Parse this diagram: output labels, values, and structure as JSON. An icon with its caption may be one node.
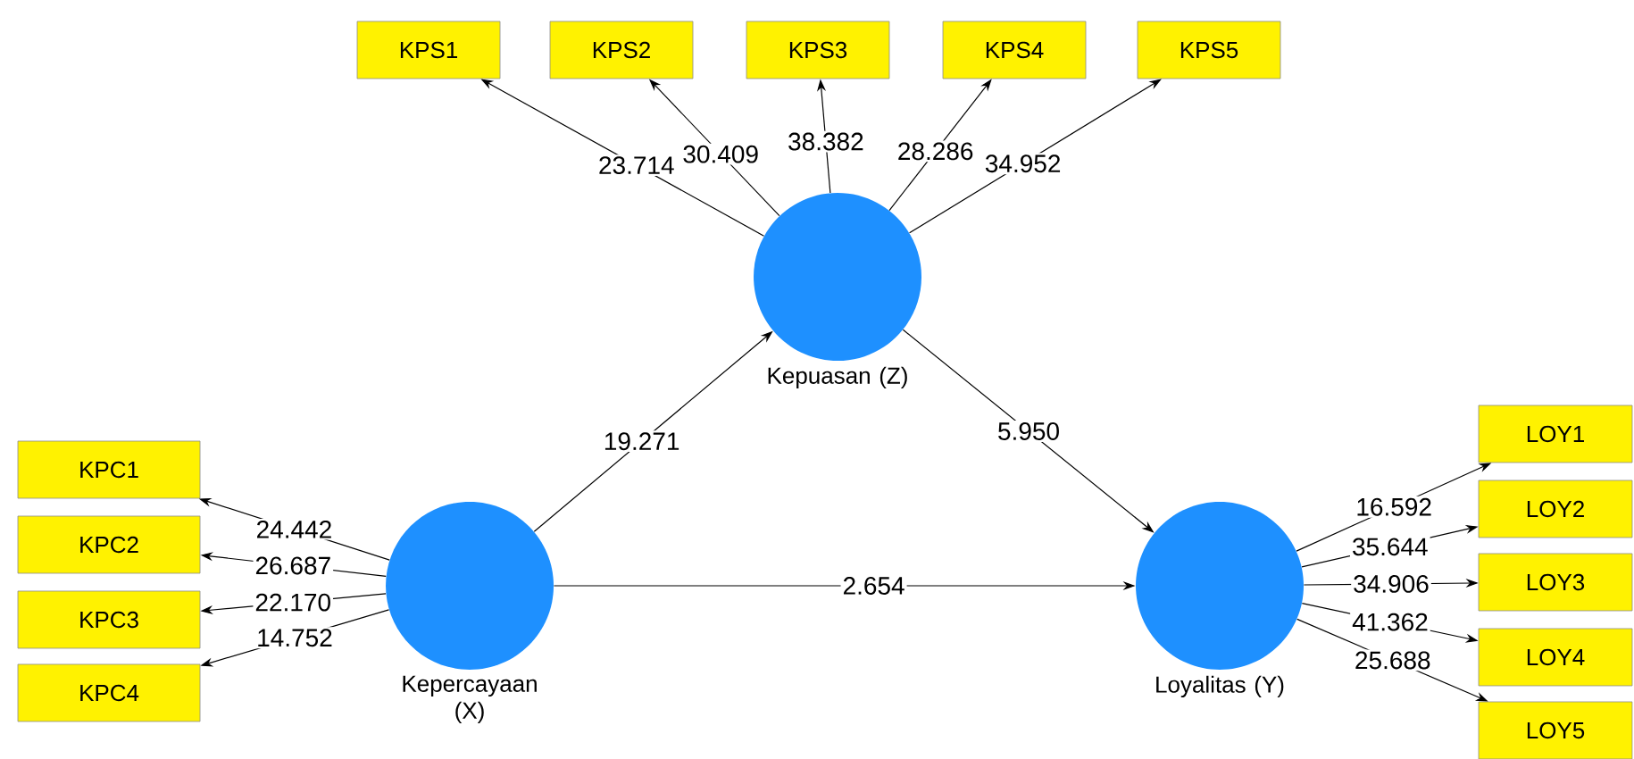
{
  "diagram": {
    "nodes": [
      {
        "text": [
          "KPS1"
        ]
      },
      {
        "text": [
          "KPS2"
        ]
      },
      {
        "text": [
          "KPS3"
        ]
      },
      {
        "text": [
          "KPS4"
        ]
      },
      {
        "text": [
          "KPS5"
        ]
      },
      {
        "text": [
          "Kepuasan (Z)"
        ]
      },
      {
        "text": [
          "KPC1"
        ]
      },
      {
        "text": [
          "KPC2"
        ]
      },
      {
        "text": [
          "KPC3"
        ]
      },
      {
        "text": [
          "KPC4"
        ]
      },
      {
        "text": [
          "Kepercayaan (X)"
        ]
      },
      {
        "text": [
          "Loyalitas (Y)"
        ]
      },
      {
        "text": [
          "LOY1"
        ]
      },
      {
        "text": [
          "LOY2"
        ]
      },
      {
        "text": [
          "LOY3"
        ]
      },
      {
        "text": [
          "LOY4"
        ]
      },
      {
        "text": [
          "LOY5"
        ]
      }
    ],
    "edges": [
      {
        "from": 5,
        "to": 0,
        "arrow": "to",
        "label": "23.714"
      },
      {
        "from": 5,
        "to": 1,
        "arrow": "to",
        "label": "30.409"
      },
      {
        "from": 5,
        "to": 2,
        "arrow": "to",
        "label": "38.382"
      },
      {
        "from": 5,
        "to": 3,
        "arrow": "to",
        "label": "28.286"
      },
      {
        "from": 5,
        "to": 4,
        "arrow": "to",
        "label": "34.952"
      },
      {
        "from": 10,
        "to": 6,
        "arrow": "to",
        "label": "24.442"
      },
      {
        "from": 10,
        "to": 7,
        "arrow": "to",
        "label": "26.687"
      },
      {
        "from": 10,
        "to": 8,
        "arrow": "to",
        "label": "22.170"
      },
      {
        "from": 10,
        "to": 9,
        "arrow": "to",
        "label": "14.752"
      },
      {
        "from": 11,
        "to": 12,
        "arrow": "to",
        "label": "16.592"
      },
      {
        "from": 11,
        "to": 13,
        "arrow": "to",
        "label": "35.644"
      },
      {
        "from": 11,
        "to": 14,
        "arrow": "to",
        "label": "34.906"
      },
      {
        "from": 11,
        "to": 15,
        "arrow": "to",
        "label": "41.362"
      },
      {
        "from": 11,
        "to": 16,
        "arrow": "to",
        "label": "25.688"
      },
      {
        "from": 10,
        "to": 5,
        "arrow": "to",
        "label": "19.271"
      },
      {
        "from": 5,
        "to": 11,
        "arrow": "to",
        "label": "5.950"
      },
      {
        "from": 10,
        "to": 11,
        "arrow": "to",
        "label": "2.654"
      }
    ]
  }
}
